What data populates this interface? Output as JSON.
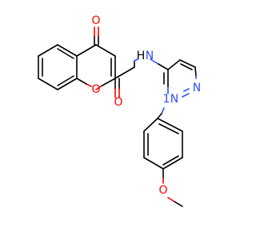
{
  "molecule": {
    "colors": {
      "carbon_bond": "#000000",
      "oxygen": "#ff0000",
      "nitrogen": "#3050f8",
      "background": "#ffffff"
    },
    "atom_labels": {
      "carbonyl_oxygen": "O",
      "ring_oxygen": "O",
      "amide_oxygen": "O",
      "methoxy_oxygen": "O",
      "amide_nitrogen_N": "N",
      "amide_nitrogen_H": "H",
      "pyrazole_n1": "N",
      "pyrazole_n2": "N",
      "n1_locant": "1"
    }
  }
}
